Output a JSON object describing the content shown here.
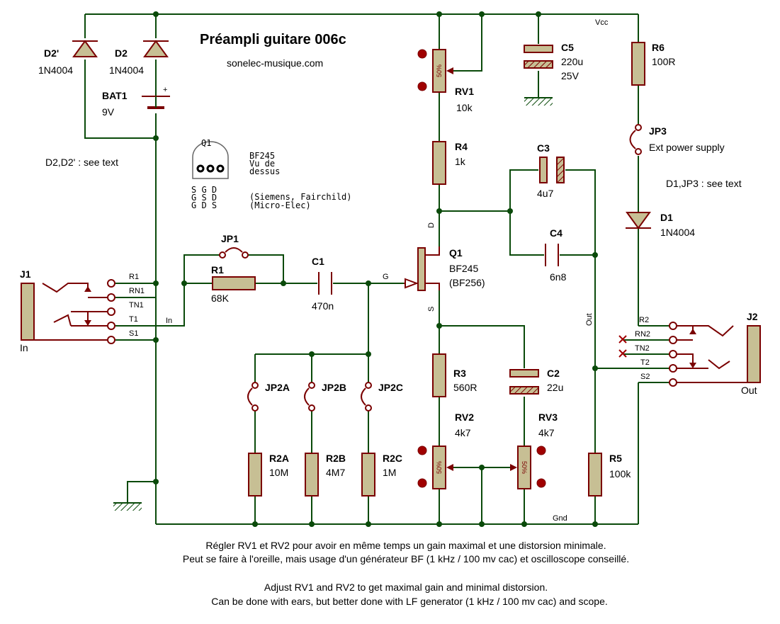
{
  "title": "Préampli guitare 006c",
  "subtitle": "sonelec-musique.com",
  "nets": {
    "vcc": "Vcc",
    "gnd": "Gnd",
    "in": "In",
    "out": "Out",
    "gate": "G",
    "drain": "D",
    "source": "S"
  },
  "components": {
    "d2p": {
      "ref": "D2'",
      "value": "1N4004"
    },
    "d2": {
      "ref": "D2",
      "value": "1N4004"
    },
    "bat1": {
      "ref": "BAT1",
      "value": "9V",
      "plus": "+"
    },
    "d_note": "D2,D2' : see text",
    "q1_pin": {
      "ref": "Q1",
      "pins": [
        "S G D",
        "G S D",
        "G D S"
      ],
      "notes": [
        "BF245",
        "Vu de",
        "dessus",
        "(Siemens, Fairchild)",
        "(Micro-Elec)"
      ]
    },
    "rv1": {
      "ref": "RV1",
      "value": "10k",
      "wiper": "50%"
    },
    "c5": {
      "ref": "C5",
      "value": "220u",
      "voltage": "25V"
    },
    "r6": {
      "ref": "R6",
      "value": "100R"
    },
    "jp3": {
      "ref": "JP3",
      "value": "Ext power supply"
    },
    "r4": {
      "ref": "R4",
      "value": "1k"
    },
    "c3": {
      "ref": "C3",
      "value": "4u7"
    },
    "d1": {
      "ref": "D1",
      "value": "1N4004"
    },
    "d1_note": "D1,JP3 : see text",
    "jp1": {
      "ref": "JP1"
    },
    "r1": {
      "ref": "R1",
      "value": "68K"
    },
    "c1": {
      "ref": "C1",
      "value": "470n"
    },
    "q1": {
      "ref": "Q1",
      "value": "BF245",
      "alt": "(BF256)"
    },
    "c4": {
      "ref": "C4",
      "value": "6n8"
    },
    "j1": {
      "ref": "J1",
      "label": "In",
      "pins": [
        "R1",
        "RN1",
        "TN1",
        "T1",
        "S1"
      ]
    },
    "j2": {
      "ref": "J2",
      "label": "Out",
      "pins": [
        "R2",
        "RN2",
        "TN2",
        "T2",
        "S2"
      ]
    },
    "r3": {
      "ref": "R3",
      "value": "560R"
    },
    "c2": {
      "ref": "C2",
      "value": "22u"
    },
    "jp2a": {
      "ref": "JP2A"
    },
    "jp2b": {
      "ref": "JP2B"
    },
    "jp2c": {
      "ref": "JP2C"
    },
    "rv2": {
      "ref": "RV2",
      "value": "4k7",
      "wiper": "50%"
    },
    "rv3": {
      "ref": "RV3",
      "value": "4k7",
      "wiper": "50%"
    },
    "r5": {
      "ref": "R5",
      "value": "100k"
    },
    "r2a": {
      "ref": "R2A",
      "value": "10M"
    },
    "r2b": {
      "ref": "R2B",
      "value": "4M7"
    },
    "r2c": {
      "ref": "R2C",
      "value": "1M"
    }
  },
  "notes": [
    "Régler RV1 et RV2 pour avoir en même temps un gain maximal et une distorsion minimale.",
    "Peut se faire à l'oreille, mais usage d'un générateur BF (1 kHz / 100 mv cac) et oscilloscope conseillé.",
    "Adjust RV1 and RV2 to get maximal gain and minimal distorsion.",
    "Can be done with ears, but better done with LF generator (1 kHz / 100 mv cac) and scope."
  ]
}
